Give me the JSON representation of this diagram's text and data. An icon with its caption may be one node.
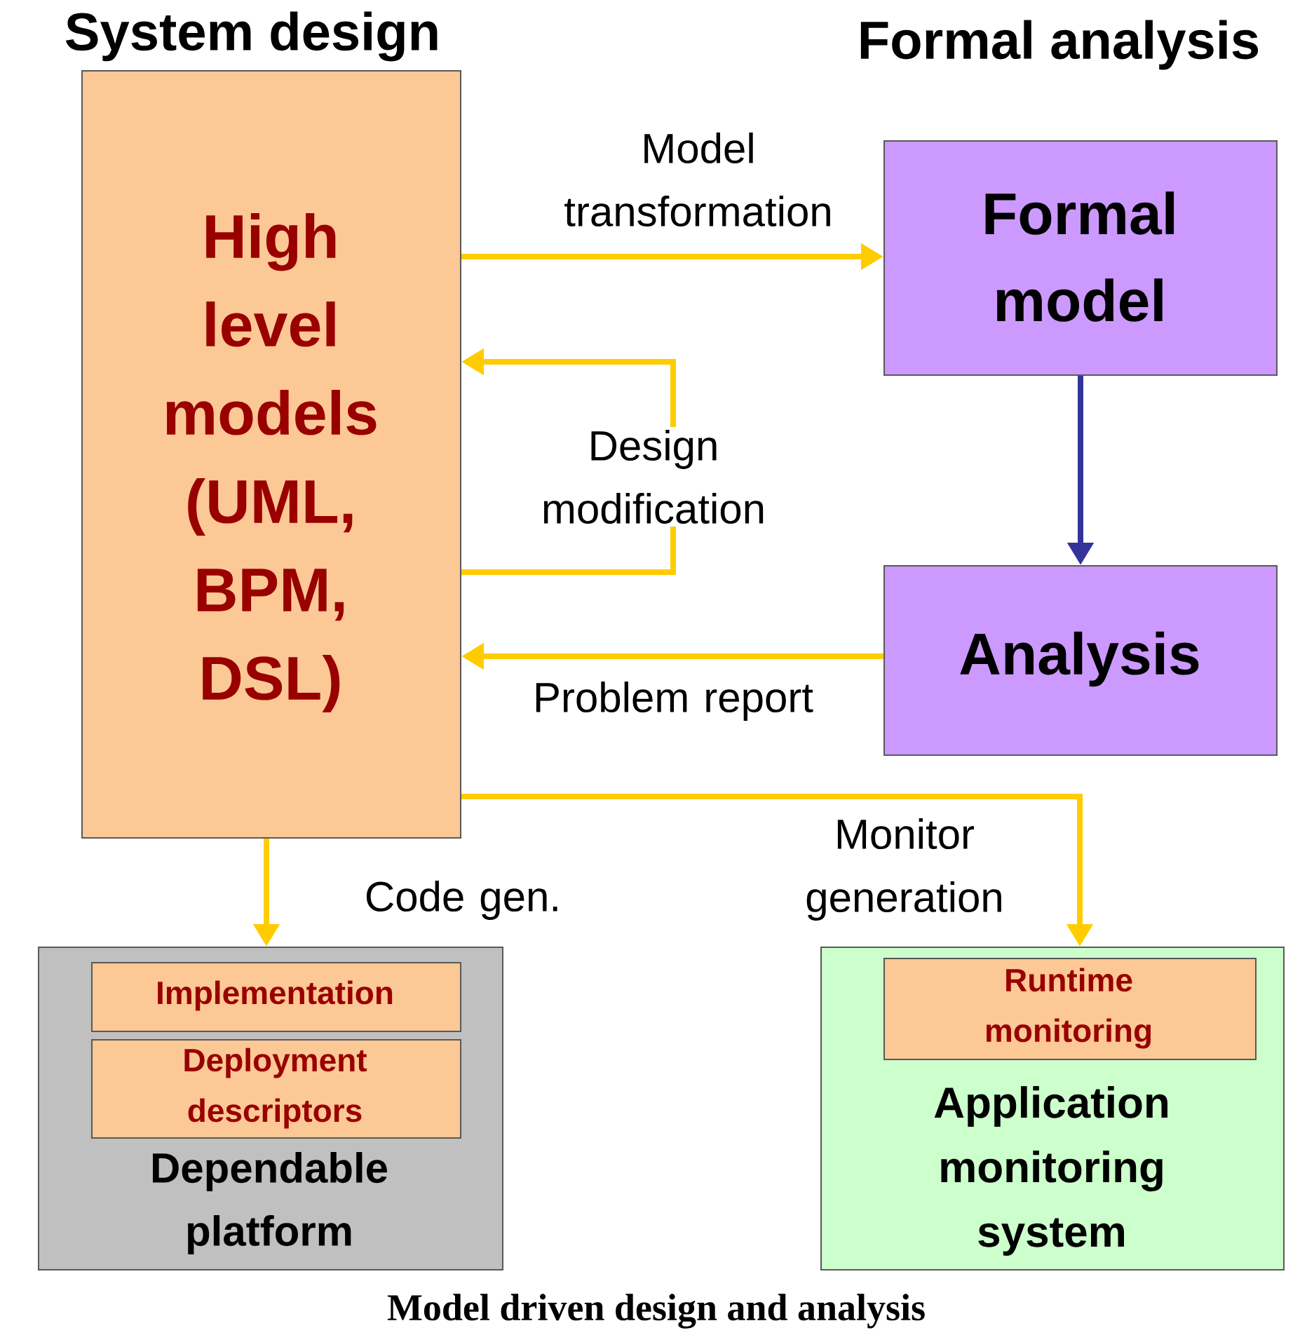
{
  "diagram": {
    "caption": "Model driven design and analysis",
    "nodes": [
      {
        "text": [
          "High level models (UML, BPM, DSL)"
        ]
      },
      {
        "text": [
          "Formal model"
        ]
      },
      {
        "text": [
          "Analysis"
        ]
      },
      {
        "text": [
          "Dependable platform"
        ]
      },
      {
        "text": [
          "Implementation"
        ],
        "in": 3
      },
      {
        "text": [
          "Deployment descriptors"
        ],
        "in": 3
      },
      {
        "text": [
          "Application monitoring system"
        ]
      },
      {
        "text": [
          "Runtime monitoring"
        ],
        "in": 6
      }
    ],
    "edges": [
      {
        "from": 0,
        "to": 1,
        "arrow": "to",
        "label": "Model transformation"
      },
      {
        "from": 1,
        "to": 2,
        "arrow": "to",
        "color": "#333399"
      },
      {
        "from": 0,
        "to": 0,
        "arrow": "to",
        "label": "Design modification"
      },
      {
        "from": 2,
        "to": 0,
        "arrow": "to",
        "label": "Problem report"
      },
      {
        "from": 0,
        "to": 3,
        "arrow": "to",
        "label": "Code gen."
      },
      {
        "from": 0,
        "to": 6,
        "arrow": "to",
        "label": "Monitor generation"
      }
    ],
    "labels": [
      "System design",
      "Formal analysis"
    ]
  }
}
